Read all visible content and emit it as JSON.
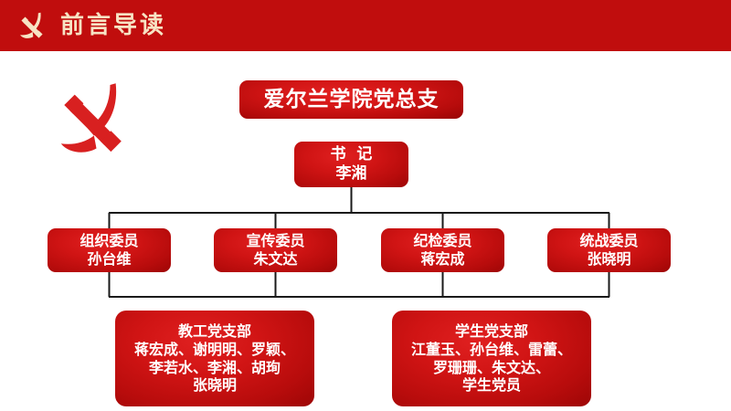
{
  "header": {
    "title": "前言导读",
    "emblem_icon": "hammer-and-sickle-icon",
    "background_color": "#c00d0d",
    "text_color": "#f7e3c4"
  },
  "decoration": {
    "emblem_icon": "hammer-and-sickle-icon",
    "emblem_color": "#d82020"
  },
  "chart_colors": {
    "node_fill": "#d01414",
    "node_fill_dark": "#9d0606",
    "node_text": "#ffffff",
    "connector": "#1a1a1a",
    "page_background": "#ffffff"
  },
  "org_chart": {
    "root": {
      "label": "爱尔兰学院党总支"
    },
    "secretary": {
      "title": "书  记",
      "name": "李湘"
    },
    "committees": [
      {
        "title": "组织委员",
        "name": "孙台维"
      },
      {
        "title": "宣传委员",
        "name": "朱文达"
      },
      {
        "title": "纪检委员",
        "name": "蒋宏成"
      },
      {
        "title": "统战委员",
        "name": "张晓明"
      }
    ],
    "branches": [
      {
        "title": "教工党支部",
        "members_lines": [
          "蒋宏成、谢明明、罗颖、",
          "李若水、李湘、胡珣",
          "张晓明"
        ]
      },
      {
        "title": "学生党支部",
        "members_lines": [
          "江董玉、孙台维、雷蕾、",
          "罗珊珊、朱文达、",
          "学生党员"
        ]
      }
    ]
  }
}
